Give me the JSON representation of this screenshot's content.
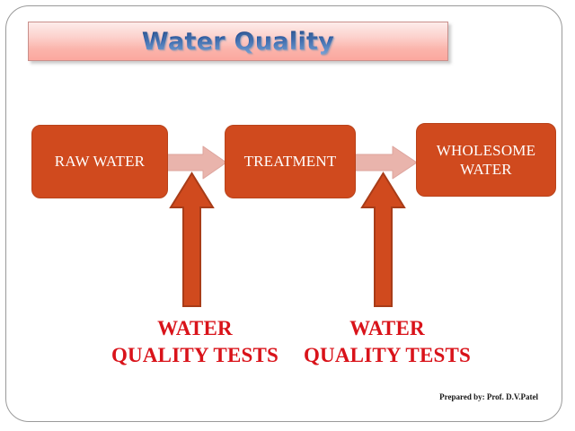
{
  "slide": {
    "title": "Water Quality",
    "background_color": "#ffffff",
    "frame_border_color": "#9a9a9a"
  },
  "title_bar": {
    "text": "Water Quality",
    "gradient_top": "#fdecea",
    "gradient_bottom": "#fba89f",
    "border_color": "#c98f8b",
    "text_gradient_top": "#17407f",
    "text_gradient_bottom": "#89b2e2"
  },
  "diagram": {
    "box_fill": "#d04a1e",
    "box_text_color": "#ffffff",
    "h_arrow_fill": "#e9b4ac",
    "h_arrow_stroke": "#d9a09a",
    "v_arrow_fill": "#d04a1e",
    "v_arrow_stroke": "#a8got",
    "boxes": [
      {
        "id": "raw-water",
        "label": "RAW WATER"
      },
      {
        "id": "treatment",
        "label": "TREATMENT"
      },
      {
        "id": "wholesome-water",
        "label": "WHOLESOME WATER",
        "line1": "WHOLESOME",
        "line2": "WATER"
      }
    ],
    "flow_arrows": [
      {
        "id": "raw-to-treatment",
        "direction": "right"
      },
      {
        "id": "treatment-to-wholesome",
        "direction": "right"
      }
    ],
    "input_arrows": [
      {
        "id": "test-arrow-left",
        "direction": "up"
      },
      {
        "id": "test-arrow-right",
        "direction": "up"
      }
    ],
    "test_labels": [
      {
        "id": "test-label-left",
        "line1": "WATER",
        "line2": "QUALITY TESTS",
        "color": "#d9131a"
      },
      {
        "id": "test-label-right",
        "line1": "WATER",
        "line2": "QUALITY TESTS",
        "color": "#d9131a"
      }
    ]
  },
  "footer": {
    "credit": "Prepared by: Prof. D.V.Patel"
  }
}
